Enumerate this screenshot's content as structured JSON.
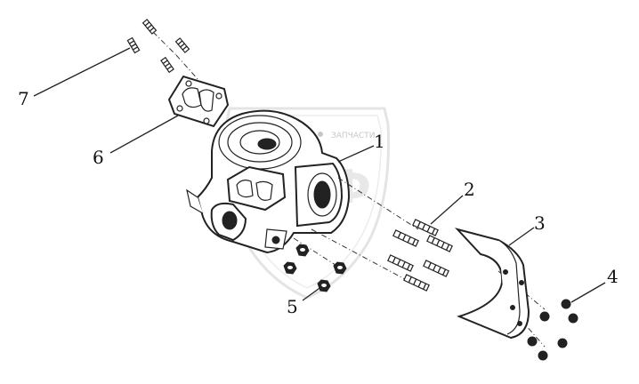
{
  "callouts": [
    {
      "label": "1"
    },
    {
      "label": "2"
    },
    {
      "label": "3"
    },
    {
      "label": "4"
    },
    {
      "label": "5"
    },
    {
      "label": "6"
    },
    {
      "label": "7"
    }
  ],
  "watermark": {
    "text": "ЗАПЧАСТИ",
    "logo": "ТФ"
  }
}
